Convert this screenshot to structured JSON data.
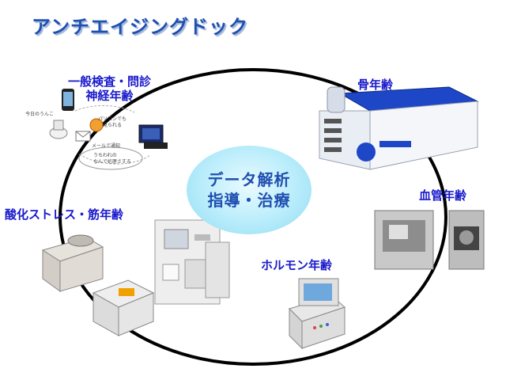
{
  "title": "アンチエイジングドック",
  "center": {
    "line1": "データ解析",
    "line2": "指導・治療"
  },
  "labels": {
    "general_line1": "一般検査・問診",
    "general_line2": "神経年齢",
    "bone": "骨年齢",
    "vessel": "血管年齢",
    "oxidative": "酸化ストレス・筋年齢",
    "hormone": "ホルモン年齢"
  },
  "general_diagram_texts": [
    "今日のうんこ",
    "パソコンでも",
    "見られる",
    "メールで通知",
    "うちわれの",
    "なんで処理さする"
  ],
  "colors": {
    "title": "#1f4fb0",
    "label": "#1a1acc",
    "ring": "#000000",
    "center": "#b8ecfb"
  }
}
